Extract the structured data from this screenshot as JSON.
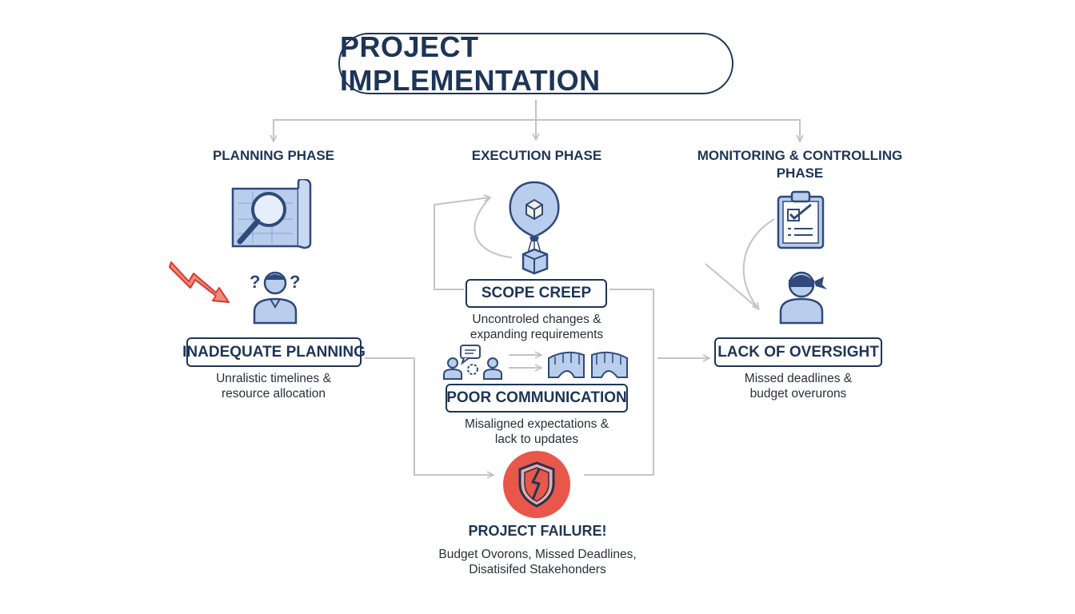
{
  "title": "PROJECT IMPLEMENTATION",
  "phases": {
    "planning": "PLANNING PHASE",
    "execution": "EXECUTION PHASE",
    "monitoring_line1": "MONITORING & CONTROLLING",
    "monitoring_line2": "PHASE"
  },
  "issues": {
    "inadequate_planning": {
      "label": "INADEQUATE PLANNING",
      "desc_line1": "Unralistic timelines &",
      "desc_line2": "resource allocation"
    },
    "scope_creep": {
      "label": "SCOPE CREEP",
      "desc_line1": "Uncontroled changes &",
      "desc_line2": "expanding requirements"
    },
    "poor_communication": {
      "label": "POOR COMMUNICATION",
      "desc_line1": "Misaligned expectations &",
      "desc_line2": "lack to updates"
    },
    "lack_of_oversight": {
      "label": "LACK OF OVERSIGHT",
      "desc_line1": "Missed deadlines &",
      "desc_line2": "budget overurons"
    }
  },
  "outcome": {
    "label": "PROJECT FAILURE!",
    "desc_line1": "Budget Ovorons, Missed Deadlines,",
    "desc_line2": "Disatisifed Stakehonders"
  },
  "colors": {
    "navy": "#1d3557",
    "icon_fill": "#b9cdec",
    "icon_stroke": "#2f4a7a",
    "connector": "#c4c4c4",
    "alert_red": "#e8574a"
  },
  "icons": {
    "planning": "magnifier-blueprint-icon",
    "planning_person": "confused-person-icon",
    "planning_trend": "red-downward-arrow-icon",
    "execution": "balloon-box-icon",
    "communication_people": "people-chat-icon",
    "communication_bridge": "broken-bridge-icon",
    "monitoring": "clipboard-check-icon",
    "monitoring_person": "blindfolded-person-icon",
    "failure": "broken-shield-icon"
  }
}
